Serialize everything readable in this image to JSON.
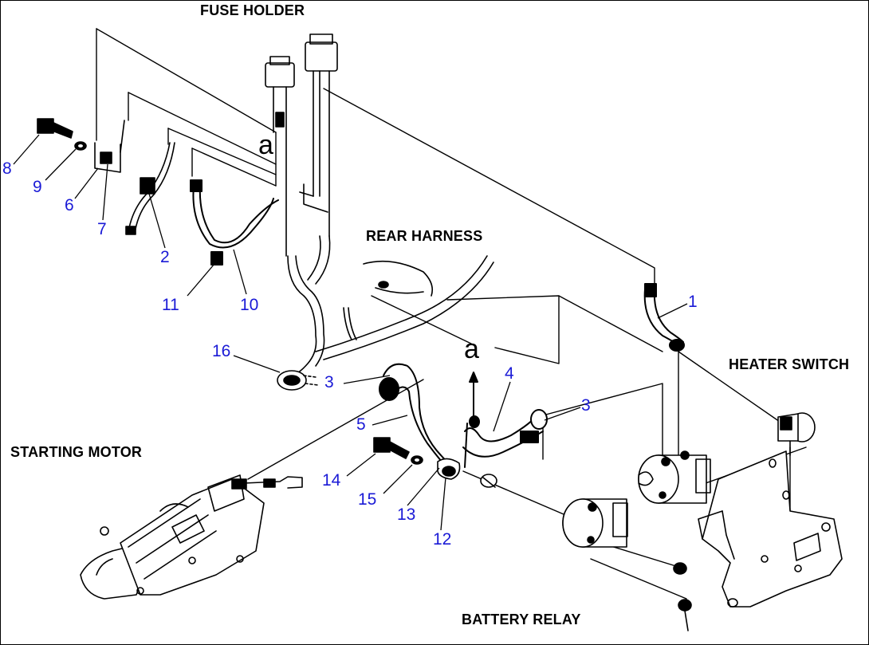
{
  "colors": {
    "line": "#000000",
    "callout_number": "#1a1ad6",
    "background": "#ffffff"
  },
  "labels": {
    "fuse_holder": "FUSE HOLDER",
    "rear_harness": "REAR HARNESS",
    "heater_switch": "HEATER SWITCH",
    "starting_motor": "STARTING MOTOR",
    "battery_relay": "BATTERY RELAY"
  },
  "references": {
    "upper_a": "a",
    "lower_a": "a"
  },
  "callouts": {
    "n1": "1",
    "n2": "2",
    "n3a": "3",
    "n3b": "3",
    "n4": "4",
    "n5": "5",
    "n6": "6",
    "n7": "7",
    "n8": "8",
    "n9": "9",
    "n10": "10",
    "n11": "11",
    "n12": "12",
    "n13": "13",
    "n14": "14",
    "n15": "15",
    "n16": "16"
  }
}
